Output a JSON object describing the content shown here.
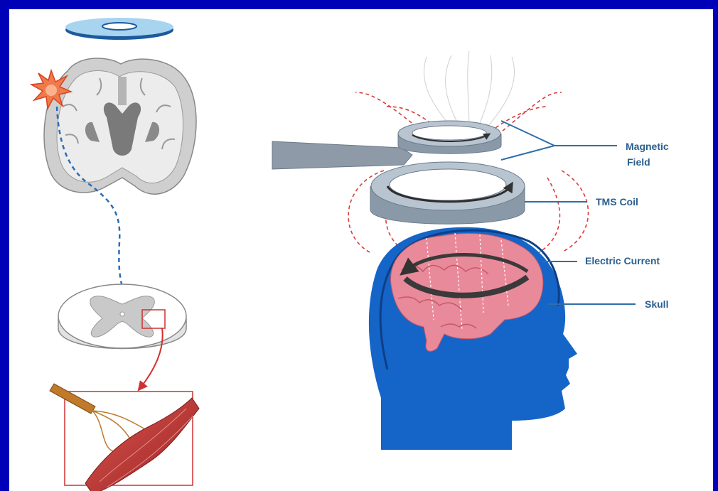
{
  "labels": {
    "magnetic_field": [
      "Magnetic",
      "Field"
    ],
    "tms_coil": "TMS Coil",
    "electric_current": "Electric Current",
    "skull": "Skull"
  },
  "colors": {
    "frame": "#0000b8",
    "label_text": "#2b5f8e",
    "leader_line": "#2f6ea8",
    "head": "#1565c8",
    "brain": "#e98a9a",
    "coil": "#9aa9b8",
    "field_lines": "#d93c3c",
    "pathway": "#2a6db5",
    "muscle": "#b83a3a"
  },
  "icons": [
    "tms-coil-disc-icon",
    "stimulus-burst-icon",
    "brain-coronal-section-icon",
    "spinal-cord-section-icon",
    "muscle-nerve-icon",
    "human-head-icon",
    "brain-icon",
    "tms-coil-icon"
  ]
}
